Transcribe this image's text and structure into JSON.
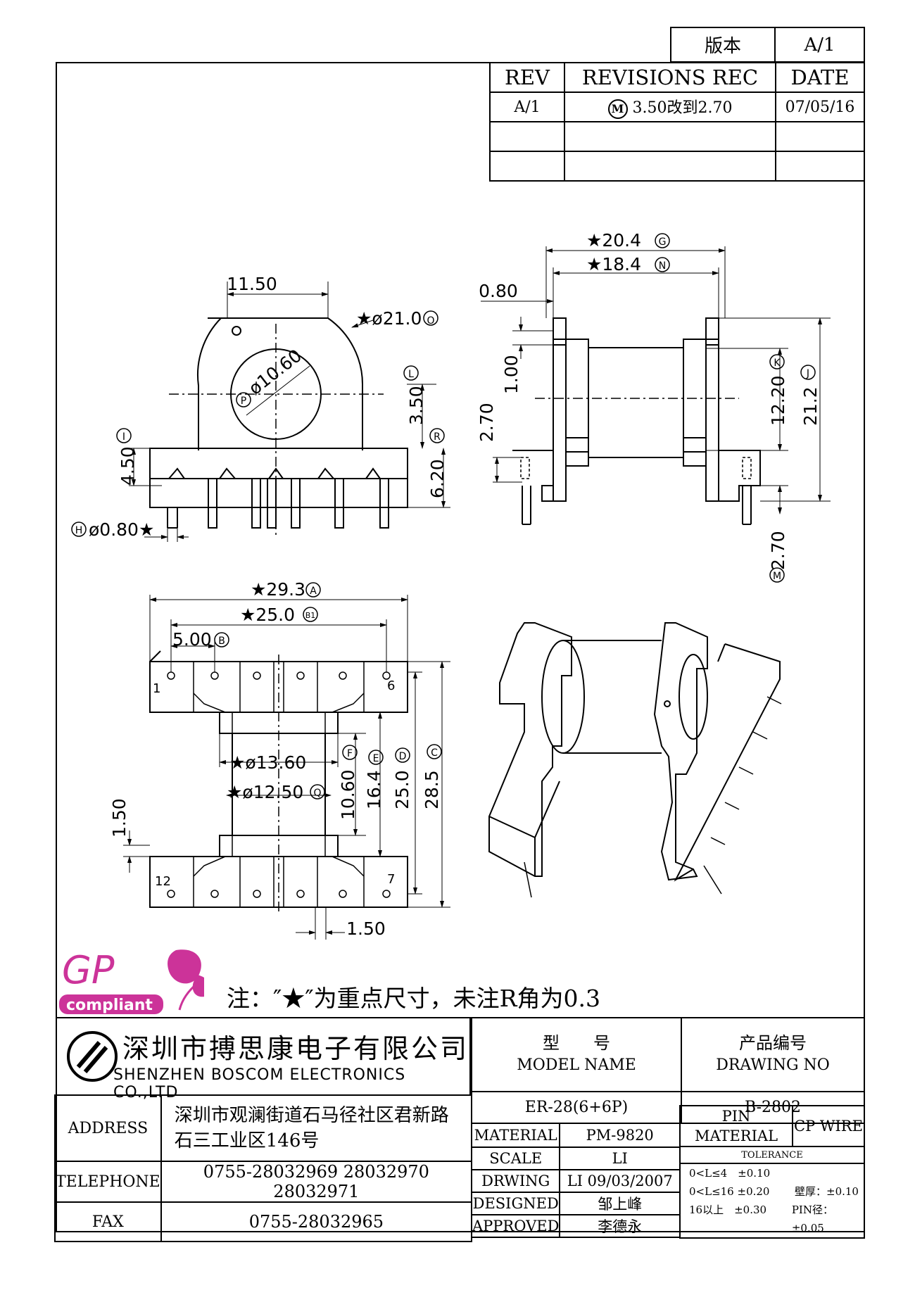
{
  "version_box": {
    "label": "版本",
    "value": "A/1"
  },
  "revisions": {
    "headers": [
      "REV",
      "REVISIONS REC",
      "DATE"
    ],
    "rows": [
      {
        "rev": "A/1",
        "marker": "M",
        "text": "3.50改到2.70",
        "date": "07/05/16"
      },
      {
        "rev": "",
        "marker": "",
        "text": "",
        "date": ""
      },
      {
        "rev": "",
        "marker": "",
        "text": "",
        "date": ""
      }
    ]
  },
  "dims": {
    "front_top_width": "11.50",
    "front_outer_dia": "★ø21.0",
    "front_outer_dia_marker": "O",
    "front_inner_dia": "ø10.60",
    "front_inner_dia_marker": "P",
    "front_h_350": "3.50",
    "front_h_350_marker": "L",
    "front_h_450": "4.50",
    "front_h_450_marker": "I",
    "front_h_620": "6.20",
    "front_h_620_marker": "R",
    "front_pin_dia": "ø0.80★",
    "front_pin_dia_marker": "H",
    "side_204": "★20.4",
    "side_204_marker": "G",
    "side_184": "★18.4",
    "side_184_marker": "N",
    "side_080": "0.80",
    "side_100": "1.00",
    "side_270": "2.70",
    "side_1220": "12.20",
    "side_1220_marker": "K",
    "side_212": "21.2",
    "side_212_marker": "J",
    "side_270b": "2.70",
    "side_270b_marker": "M",
    "bot_293": "★29.3",
    "bot_293_marker": "A",
    "bot_250": "★25.0",
    "bot_250_marker": "B1",
    "bot_500": "5.00",
    "bot_500_marker": "B",
    "bot_1360": "★ø13.60",
    "bot_1250": "★ø12.50",
    "bot_1250_marker": "Q",
    "bot_1060": "10.60",
    "bot_1060_marker": "F",
    "bot_164": "16.4",
    "bot_164_marker": "E",
    "bot_250v": "25.0",
    "bot_250v_marker": "D",
    "bot_285": "28.5",
    "bot_285_marker": "C",
    "bot_150": "1.50",
    "bot_150b": "1.50",
    "pin1": "1",
    "pin6": "6",
    "pin7": "7",
    "pin12": "12"
  },
  "logo": {
    "gp": "GP",
    "compliant": "compliant"
  },
  "note": "注：″★″为重点尺寸，未注R角为0.3",
  "titleblock": {
    "company_cn": "深圳市搏思康电子有限公司",
    "company_en": "SHENZHEN BOSCOM ELECTRONICS CO.,LTD",
    "model_label_cn": "型　　号",
    "model_label_en": "MODEL NAME",
    "drawing_label_cn": "产品编号",
    "drawing_label_en": "DRAWING NO",
    "model": "ER-28(6+6P)",
    "drawing_no": "B-2802",
    "address_label": "ADDRESS",
    "address_l1": "深圳市观澜街道石马径社区君新路",
    "address_l2": "石三工业区146号",
    "telephone_label": "TELEPHONE",
    "telephone": "0755-28032969 28032970 28032971",
    "fax_label": "FAX",
    "fax": "0755-28032965",
    "material_label": "MATERIAL",
    "material": "PM-9820",
    "scale_label": "SCALE",
    "scale": "LI",
    "drawing_label": "DRWING",
    "drawing": "LI 09/03/2007",
    "designed_label": "DESIGNED",
    "designed": "邹上峰",
    "approved_label": "APPROVED",
    "approved": "李德永",
    "pin_material_label_1": "PIN",
    "pin_material_label_2": "MATERIAL",
    "pin_material": "CP WIRE",
    "tolerance_label": "TOLERANCE",
    "tol_1": "0<L≤4　±0.10",
    "tol_2": "0<L≤16 ±0.20",
    "tol_3": "16以上　±0.30",
    "wall_label": "壁厚：±0.10",
    "pin_dia_label": "PIN径：±0.05"
  }
}
